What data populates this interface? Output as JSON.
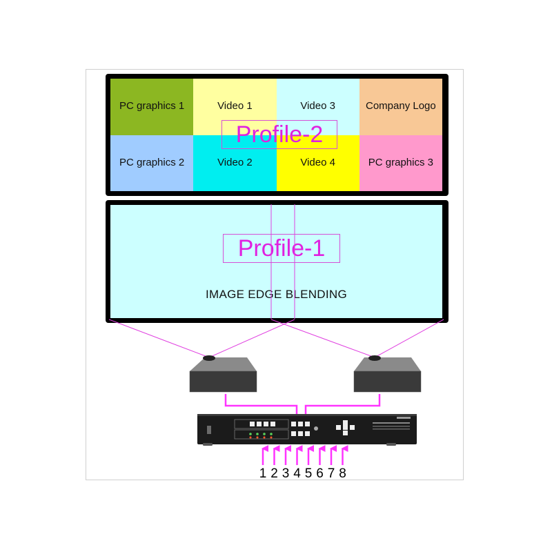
{
  "profile2": {
    "label": "Profile-2",
    "windows": [
      {
        "label": "PC graphics 1",
        "color": "#8cb722"
      },
      {
        "label": "Video 1",
        "color": "#ffffa0"
      },
      {
        "label": "Video 3",
        "color": "#ccffff"
      },
      {
        "label": "Company Logo",
        "color": "#f8c896"
      },
      {
        "label": "PC graphics 2",
        "color": "#a0ccff"
      },
      {
        "label": "Video 2",
        "color": "#00eef0"
      },
      {
        "label": "Video 4",
        "color": "#ffff00"
      },
      {
        "label": "PC graphics 3",
        "color": "#ff99cc"
      }
    ]
  },
  "profile1": {
    "label": "Profile-1",
    "caption": "IMAGE EDGE BLENDING",
    "color": "#ccffff"
  },
  "connection_color": "#ff33ff",
  "inputs": [
    "1",
    "2",
    "3",
    "4",
    "5",
    "6",
    "7",
    "8"
  ]
}
